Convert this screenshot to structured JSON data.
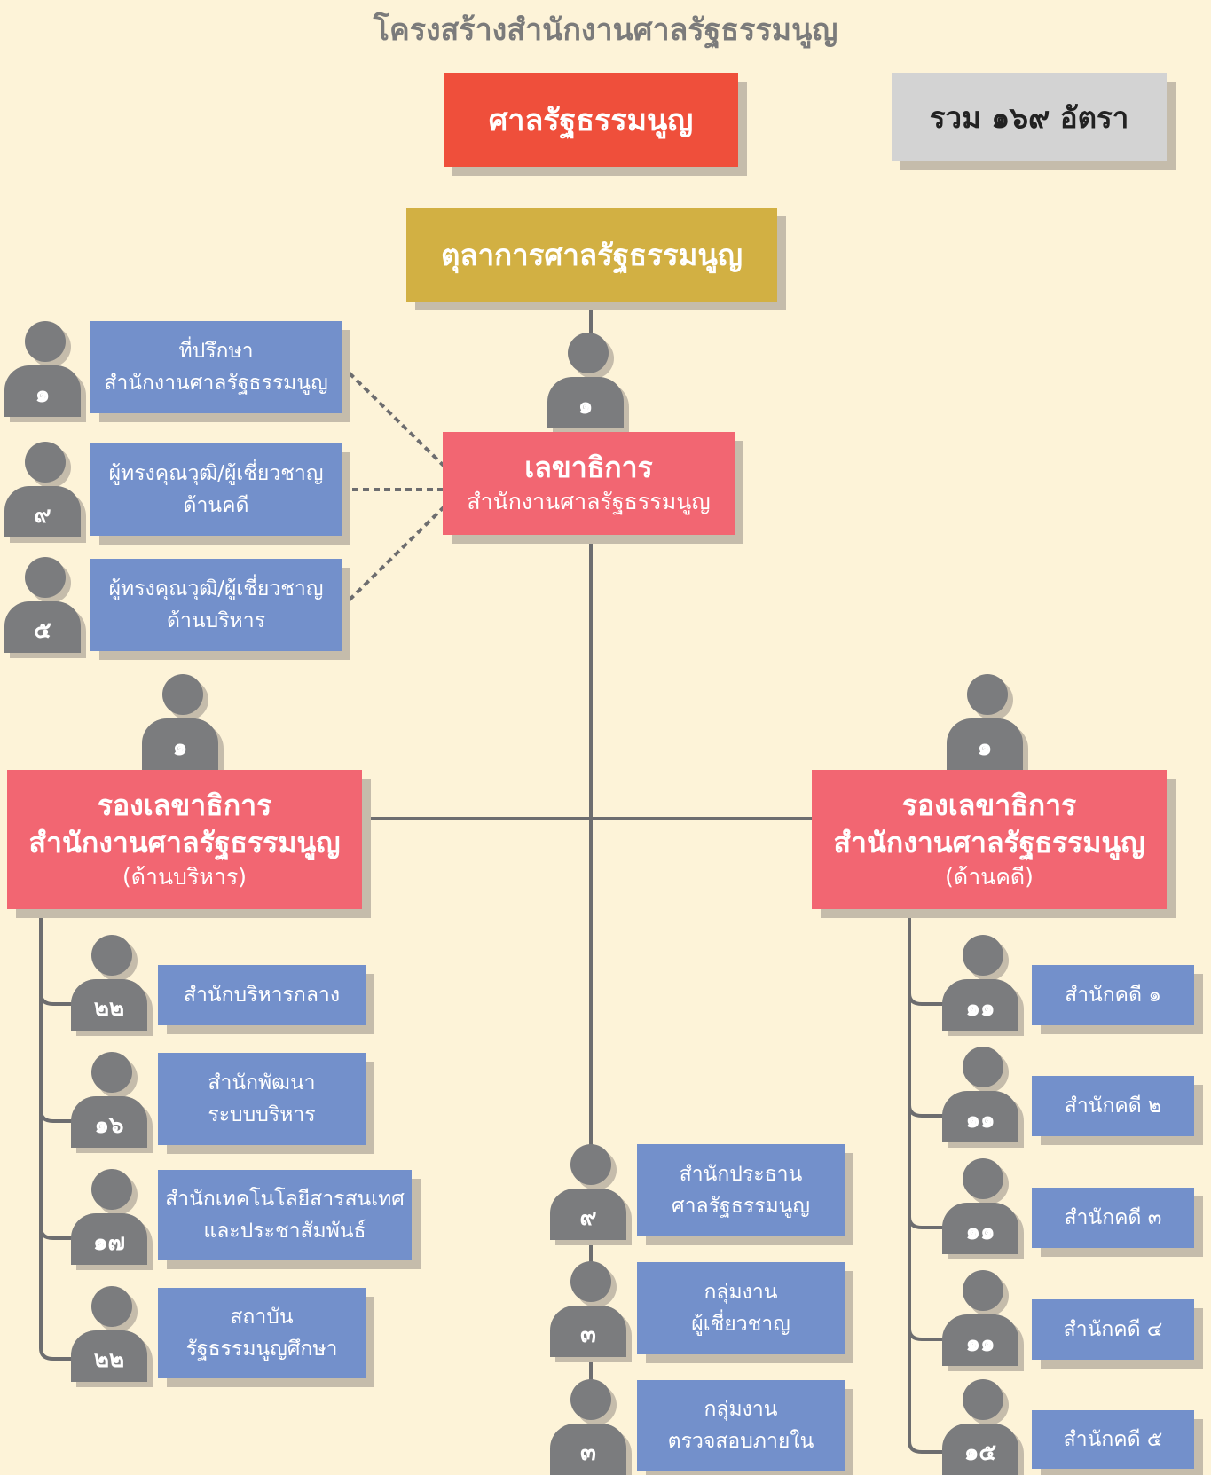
{
  "title": "โครงสร้างสำนักงานศาลรัฐธรรมนูญ",
  "court": "ศาลรัฐธรรมนูญ",
  "total": "รวม ๑๖๙ อัตรา",
  "judges": "ตุลาการศาลรัฐธรรมนูญ",
  "secretary_general": {
    "title": "เลขาธิการ",
    "subtitle": "สำนักงานศาลรัฐธรรมนูญ",
    "count": "๑"
  },
  "advisors": [
    {
      "lines": [
        "ที่ปรึกษา",
        "สำนักงานศาลรัฐธรรมนูญ"
      ],
      "count": "๑"
    },
    {
      "lines": [
        "ผู้ทรงคุณวุฒิ/ผู้เชี่ยวชาญ",
        "ด้านคดี"
      ],
      "count": "๙"
    },
    {
      "lines": [
        "ผู้ทรงคุณวุฒิ/ผู้เชี่ยวชาญ",
        "ด้านบริหาร"
      ],
      "count": "๕"
    }
  ],
  "deputy_admin": {
    "title": "รองเลขาธิการ",
    "subtitle": "สำนักงานศาลรัฐธรรมนูญ",
    "note": "(ด้านบริหาร)",
    "count": "๑"
  },
  "deputy_case": {
    "title": "รองเลขาธิการ",
    "subtitle": "สำนักงานศาลรัฐธรรมนูญ",
    "note": "(ด้านคดี)",
    "count": "๑"
  },
  "admin_units": [
    {
      "lines": [
        "สำนักบริหารกลาง"
      ],
      "count": "๒๒"
    },
    {
      "lines": [
        "สำนักพัฒนา",
        "ระบบบริหาร"
      ],
      "count": "๑๖"
    },
    {
      "lines": [
        "สำนักเทคโนโลยีสารสนเทศ",
        "และประชาสัมพันธ์"
      ],
      "count": "๑๗"
    },
    {
      "lines": [
        "สถาบัน",
        "รัฐธรรมนูญศึกษา"
      ],
      "count": "๒๒"
    }
  ],
  "central_units": [
    {
      "lines": [
        "สำนักประธาน",
        "ศาลรัฐธรรมนูญ"
      ],
      "count": "๙"
    },
    {
      "lines": [
        "กลุ่มงาน",
        "ผู้เชี่ยวชาญ"
      ],
      "count": "๓"
    },
    {
      "lines": [
        "กลุ่มงาน",
        "ตรวจสอบภายใน"
      ],
      "count": "๓"
    }
  ],
  "case_units": [
    {
      "lines": [
        "สำนักคดี ๑"
      ],
      "count": "๑๑"
    },
    {
      "lines": [
        "สำนักคดี ๒"
      ],
      "count": "๑๑"
    },
    {
      "lines": [
        "สำนักคดี ๓"
      ],
      "count": "๑๑"
    },
    {
      "lines": [
        "สำนักคดี ๔"
      ],
      "count": "๑๑"
    },
    {
      "lines": [
        "สำนักคดี ๕"
      ],
      "count": "๑๕"
    }
  ],
  "colors": {
    "background": "#fdf3d8",
    "court": "#ef4f3b",
    "judges": "#d2b043",
    "secretariat": "#f26672",
    "unit": "#7390cb",
    "person": "#7b7c7e",
    "total_box": "#d3d3d3"
  }
}
